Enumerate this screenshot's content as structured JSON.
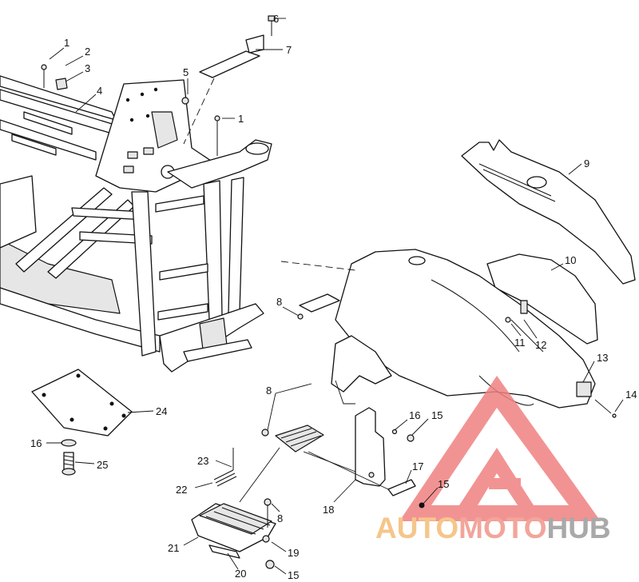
{
  "diagram": {
    "callouts": [
      "1",
      "2",
      "3",
      "4",
      "5",
      "6",
      "7",
      "1",
      "8",
      "9",
      "10",
      "11",
      "12",
      "13",
      "14",
      "8",
      "16",
      "15",
      "17",
      "15",
      "18",
      "24",
      "16",
      "25",
      "23",
      "22",
      "8",
      "21",
      "19",
      "20",
      "15"
    ]
  },
  "watermark": {
    "part1": "AUTO",
    "part2": "MOTO",
    "part3": "HUB",
    "colors": {
      "part1": "#f5c68a",
      "part2": "#f2a59a",
      "part3": "#a9a9a9",
      "triangle": "#f08080"
    }
  }
}
